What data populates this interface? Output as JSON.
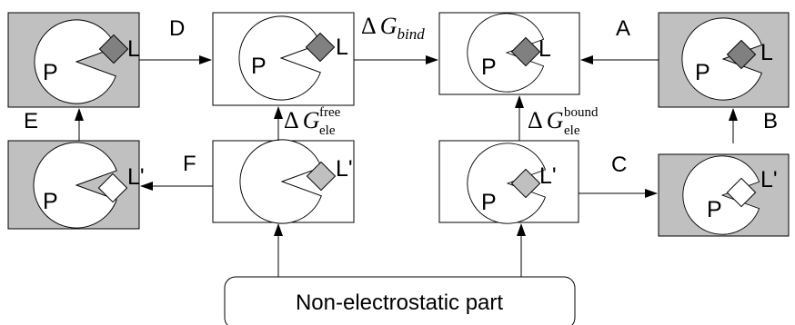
{
  "colors": {
    "shaded_box": "#c0c0c0",
    "plain_box": "#ffffff",
    "ligand_charged": "#808080",
    "ligand_neutral": "#c0c0c0",
    "line": "#000000"
  },
  "labels": {
    "protein": "P",
    "ligand": "L",
    "ligand_modified": "L'"
  },
  "steps": {
    "a": "A",
    "b": "B",
    "c": "C",
    "d": "D",
    "e": "E",
    "f": "F"
  },
  "free_energy": {
    "bind": {
      "delta": "Δ",
      "symbol": "G",
      "sub": "bind"
    },
    "ele_free": {
      "delta": "Δ",
      "symbol": "G",
      "sub": "ele",
      "sup": "free"
    },
    "ele_bound": {
      "delta": "Δ",
      "symbol": "G",
      "sub": "ele",
      "sup": "bound"
    }
  },
  "bottom_box": {
    "text": "Non-electrostatic part"
  }
}
